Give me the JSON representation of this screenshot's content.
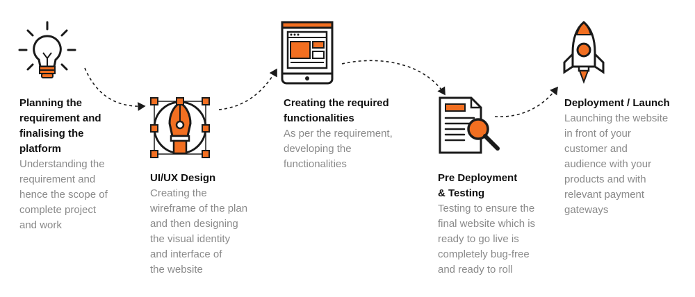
{
  "colors": {
    "accent": "#f26f21",
    "stroke": "#1a1a1a",
    "title": "#111111",
    "description": "#8a8a8a"
  },
  "steps": [
    {
      "icon": "lightbulb-icon",
      "title": "Planning the\nrequirement and\nfinalising the\nplatform",
      "description": "Understanding the\nrequirement and\nhence the scope of\ncomplete project\nand work"
    },
    {
      "icon": "pen-tool-icon",
      "title": "UI/UX Design",
      "description": "Creating the\nwireframe of the plan\nand then designing\nthe visual identity\nand interface of\nthe website"
    },
    {
      "icon": "tablet-icon",
      "title": "Creating the required\nfunctionalities",
      "description": "As per the requirement,\ndeveloping the\nfunctionalities"
    },
    {
      "icon": "document-magnifier-icon",
      "title": "Pre Deployment\n& Testing",
      "description": "Testing to ensure the\nfinal website which is\nready to go live is\ncompletely bug-free\nand ready to roll"
    },
    {
      "icon": "rocket-icon",
      "title": "Deployment / Launch",
      "description": "Launching the website\nin front of your\ncustomer and\naudience with your\nproducts and with\nrelevant payment\ngateways"
    }
  ]
}
